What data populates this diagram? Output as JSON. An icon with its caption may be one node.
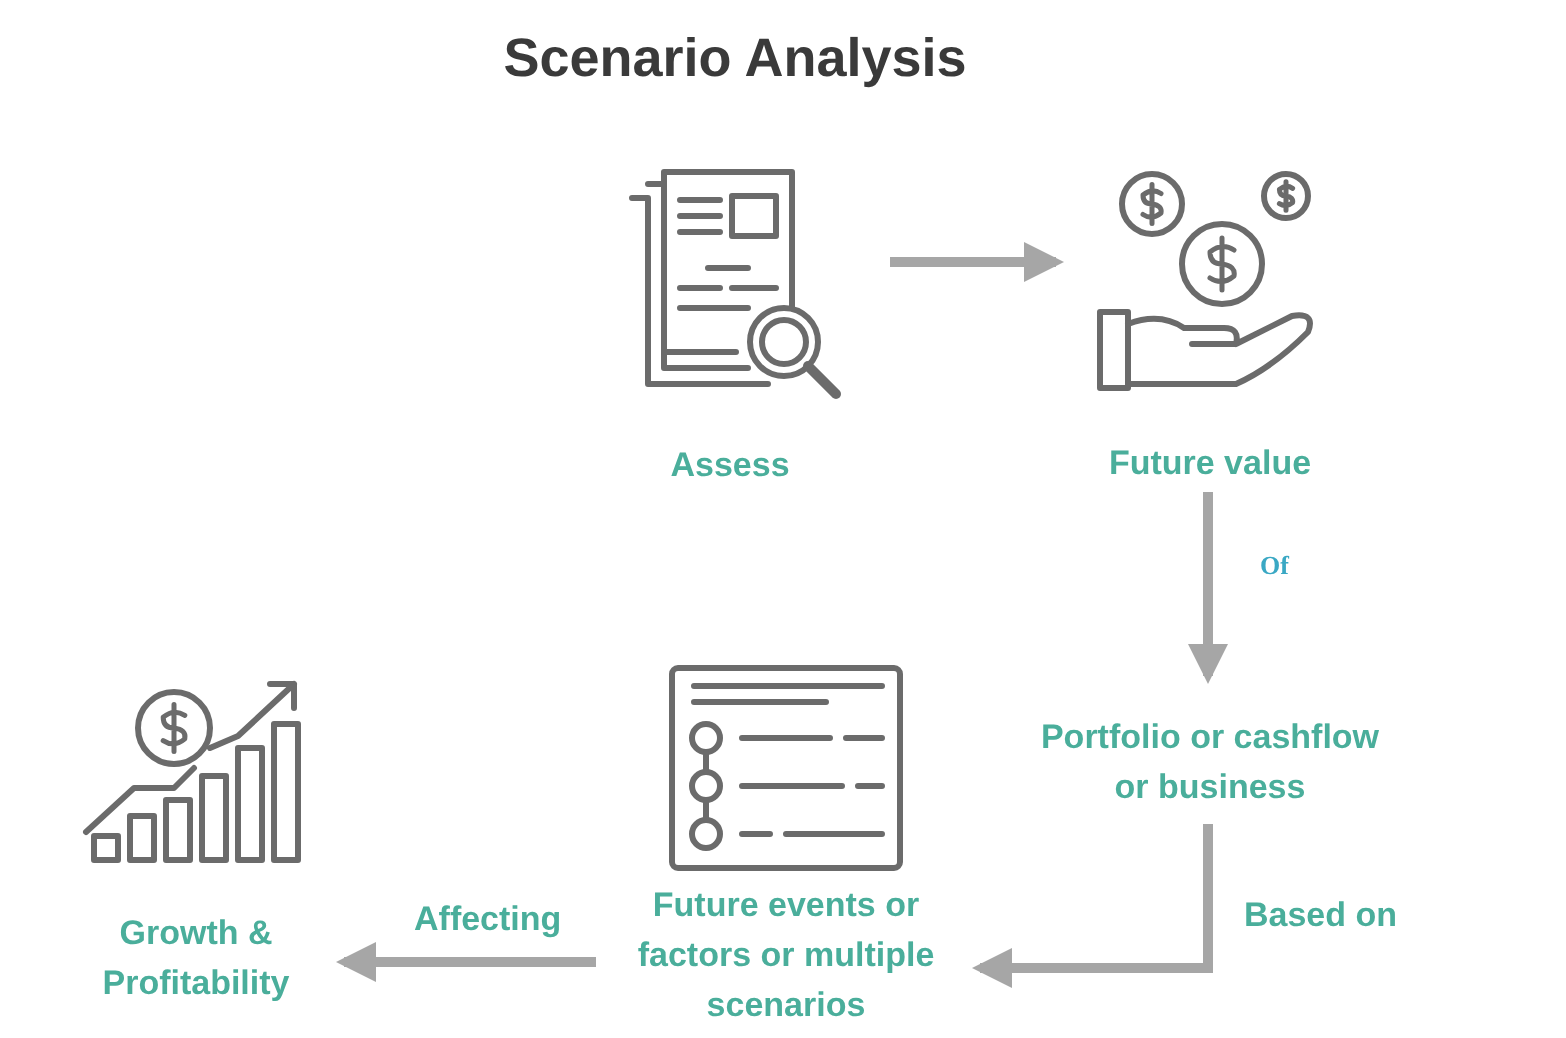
{
  "diagram": {
    "title": "Scenario Analysis",
    "nodes": [
      {
        "text": [
          "Assess"
        ]
      },
      {
        "text": [
          "Future value"
        ]
      },
      {
        "text": [
          "Portfolio or cashflow or business"
        ]
      },
      {
        "text": [
          "Future events or factors or multiple scenarios"
        ]
      },
      {
        "text": [
          "Growth & Profitability"
        ]
      }
    ],
    "edges": [
      {
        "from": 0,
        "to": 1,
        "arrow": "to"
      },
      {
        "from": 1,
        "to": 2,
        "arrow": "to",
        "label": "Of"
      },
      {
        "from": 2,
        "to": 3,
        "arrow": "to",
        "label": "Based on"
      },
      {
        "from": 3,
        "to": 4,
        "arrow": "to",
        "label": "Affecting"
      }
    ]
  }
}
